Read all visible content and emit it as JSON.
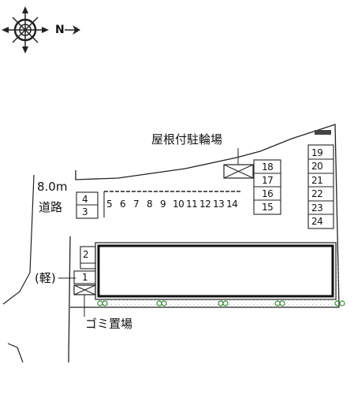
{
  "compass": {
    "north_label": "N",
    "icon": "compass-rose-icon"
  },
  "road": {
    "width": "8.0m",
    "label": "道路"
  },
  "bicycle_parking": {
    "label": "屋根付駐輪場"
  },
  "garbage": {
    "label": "ゴミ置場"
  },
  "kei_label": "(軽)",
  "spaces": {
    "s1": "1",
    "s2": "2",
    "s3": "3",
    "s4": "4",
    "s5": "5",
    "s6": "6",
    "s7": "7",
    "s8": "8",
    "s9": "9",
    "s10": "10",
    "s11": "11",
    "s12": "12",
    "s13": "13",
    "s14": "14",
    "s15": "15",
    "s16": "16",
    "s17": "17",
    "s18": "18",
    "s19": "19",
    "s20": "20",
    "s21": "21",
    "s22": "22",
    "s23": "23",
    "s24": "24"
  },
  "colors": {
    "line": "#222222",
    "dots": "#9a9a9a",
    "shrub": "#3a8a3a"
  }
}
